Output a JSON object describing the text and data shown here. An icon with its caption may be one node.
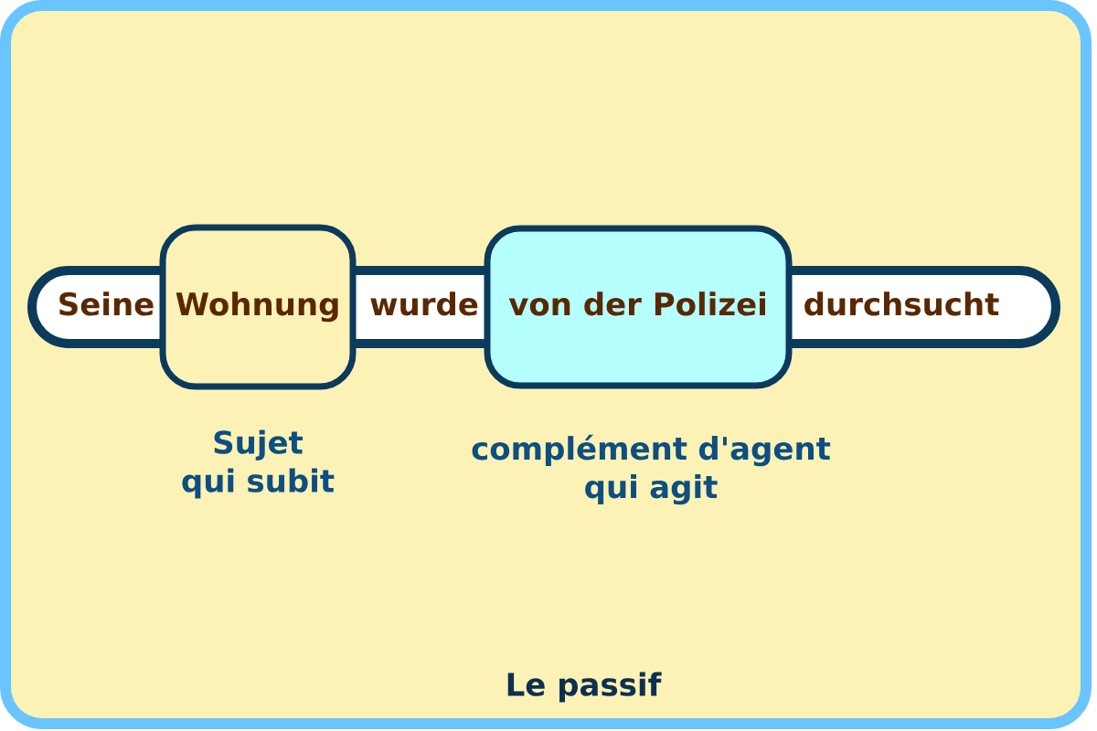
{
  "diagram": {
    "title": "Le passif",
    "nodes": [
      {
        "text": [
          "Seine",
          "wurde",
          "durchsucht"
        ]
      },
      {
        "text": [
          "Wohnung"
        ],
        "beside": [
          "Sujet qui subit"
        ]
      },
      {
        "text": [
          "von der Polizei"
        ],
        "beside": [
          "complément d'agent qui agit"
        ]
      }
    ]
  }
}
